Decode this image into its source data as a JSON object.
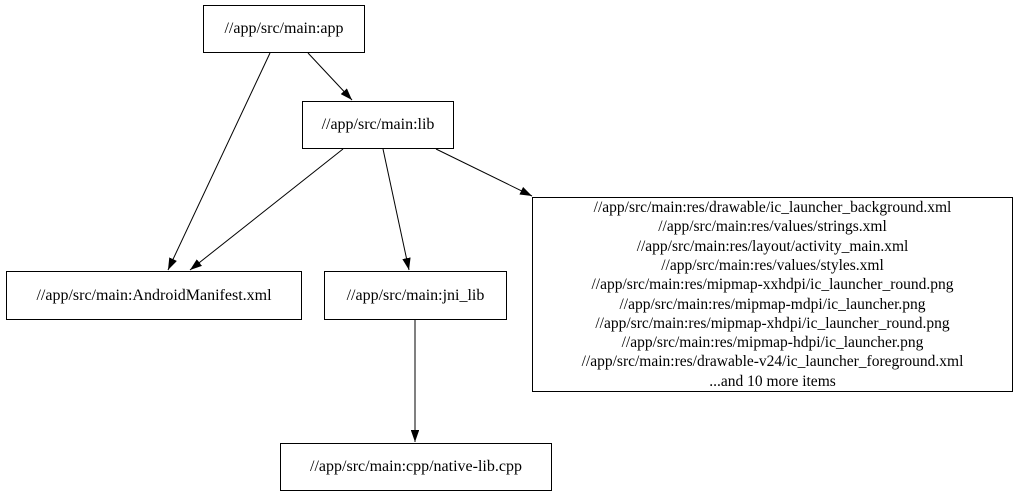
{
  "diagram": {
    "type": "dependency-graph",
    "colors": {
      "background": "#ffffff",
      "node_border": "#000000",
      "edge": "#000000",
      "text": "#000000"
    },
    "nodes": {
      "app": {
        "label": "//app/src/main:app"
      },
      "lib": {
        "label": "//app/src/main:lib"
      },
      "manifest": {
        "label": "//app/src/main:AndroidManifest.xml"
      },
      "jni_lib": {
        "label": "//app/src/main:jni_lib"
      },
      "res_group": {
        "lines": [
          "//app/src/main:res/drawable/ic_launcher_background.xml",
          "//app/src/main:res/values/strings.xml",
          "//app/src/main:res/layout/activity_main.xml",
          "//app/src/main:res/values/styles.xml",
          "//app/src/main:res/mipmap-xxhdpi/ic_launcher_round.png",
          "//app/src/main:res/mipmap-mdpi/ic_launcher.png",
          "//app/src/main:res/mipmap-xhdpi/ic_launcher_round.png",
          "//app/src/main:res/mipmap-hdpi/ic_launcher.png",
          "//app/src/main:res/drawable-v24/ic_launcher_foreground.xml",
          "...and 10 more items"
        ]
      },
      "native_cpp": {
        "label": "//app/src/main:cpp/native-lib.cpp"
      }
    },
    "edges": [
      {
        "from": "//app/src/main:app",
        "to": "//app/src/main:lib"
      },
      {
        "from": "//app/src/main:app",
        "to": "//app/src/main:AndroidManifest.xml"
      },
      {
        "from": "//app/src/main:lib",
        "to": "//app/src/main:AndroidManifest.xml"
      },
      {
        "from": "//app/src/main:lib",
        "to": "//app/src/main:jni_lib"
      },
      {
        "from": "//app/src/main:lib",
        "to": "res_group"
      },
      {
        "from": "//app/src/main:jni_lib",
        "to": "//app/src/main:cpp/native-lib.cpp"
      }
    ]
  }
}
